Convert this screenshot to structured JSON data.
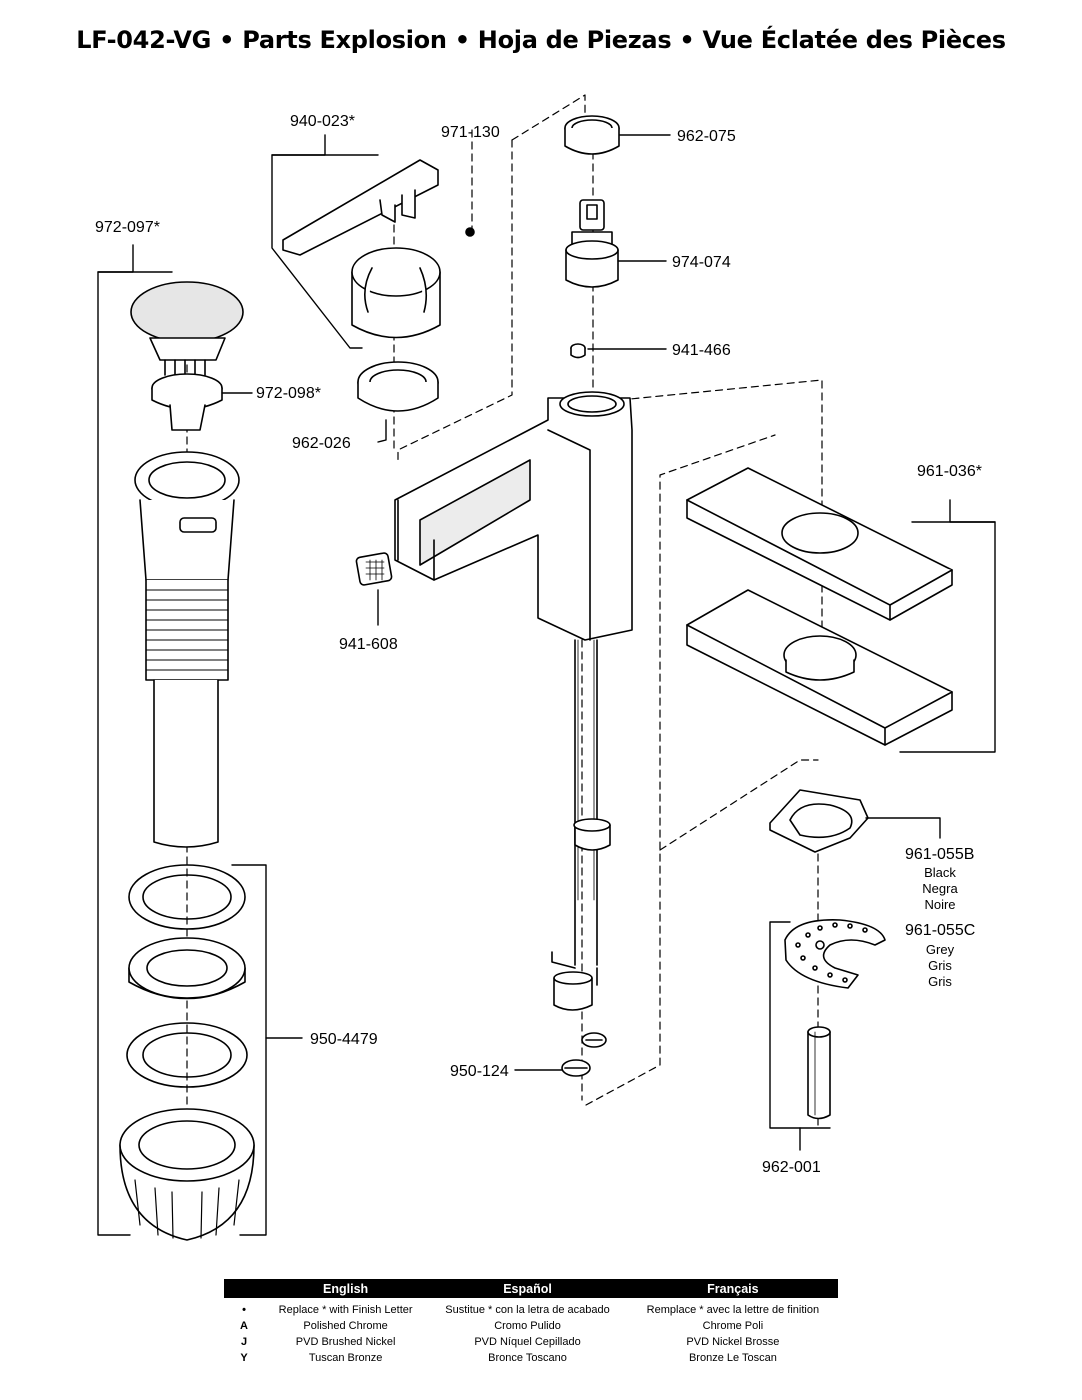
{
  "title": "LF-042-VG  •  Parts Explosion  •  Hoja de Piezas  •  Vue Éclatée des Pièces",
  "parts": {
    "p940_023": "940-023*",
    "p971_130": "971-130",
    "p962_075": "962-075",
    "p972_097": "972-097*",
    "p974_074": "974-074",
    "p941_466": "941-466",
    "p972_098": "972-098*",
    "p962_026": "962-026",
    "p961_036": "961-036*",
    "p941_608": "941-608",
    "p961_055b": "961-055B",
    "p961_055b_en": "Black",
    "p961_055b_es": "Negra",
    "p961_055b_fr": "Noire",
    "p961_055c": "961-055C",
    "p961_055c_en": "Grey",
    "p961_055c_es": "Gris",
    "p961_055c_fr": "Gris",
    "p950_4479": "950-4479",
    "p950_124": "950-124",
    "p962_001": "962-001"
  },
  "finish_table": {
    "headers": [
      "English",
      "Español",
      "Français"
    ],
    "rows": [
      {
        "code": "•",
        "en": "Replace * with Finish Letter",
        "es": "Sustitue * con la letra de acabado",
        "fr": "Remplace * avec la lettre de finition"
      },
      {
        "code": "A",
        "en": "Polished Chrome",
        "es": "Cromo Pulido",
        "fr": "Chrome Poli"
      },
      {
        "code": "J",
        "en": "PVD Brushed Nickel",
        "es": "PVD Níquel Cepillado",
        "fr": "PVD Nickel Brosse"
      },
      {
        "code": "Y",
        "en": "Tuscan Bronze",
        "es": "Bronce Toscano",
        "fr": "Bronze Le Toscan"
      }
    ]
  }
}
